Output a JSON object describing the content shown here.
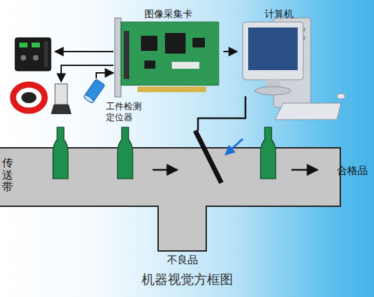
{
  "diagram": {
    "caption": "机器视觉方框图",
    "nodes": [
      {
        "text": [
          "图像采集卡"
        ]
      },
      {
        "text": [
          "计算机"
        ]
      },
      {
        "text": [
          "工件检测 定位器"
        ]
      }
    ],
    "edges": [
      {
        "from": 0,
        "to": 1,
        "arrow": "to"
      },
      {
        "from": 2,
        "to": 0,
        "arrow": "to"
      }
    ],
    "labels": [
      "传送带",
      "合格品",
      "不良品"
    ]
  }
}
